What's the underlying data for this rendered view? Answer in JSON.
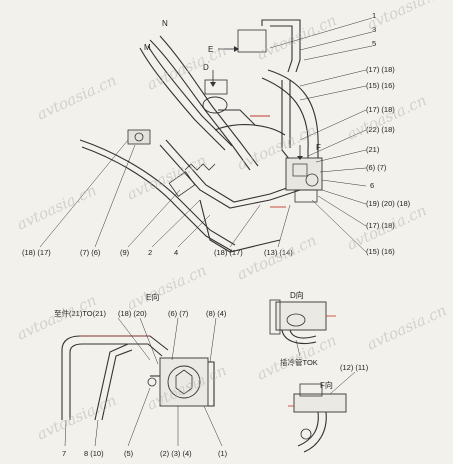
{
  "watermark": "avtoasia.cn",
  "main_view": {
    "top_letters": {
      "n": "N",
      "m": "M",
      "e": "E",
      "d": "D",
      "f": "F"
    },
    "right_labels": [
      "1",
      "3",
      "5",
      "(17) (18)",
      "(15) (16)",
      "(17) (18)",
      "(22) (18)",
      "(21)",
      "(6) (7)",
      "6",
      "(19) (20) (18)",
      "(17) (18)",
      "(15) (16)"
    ],
    "bottom_labels": [
      "(18) (17)",
      "(7) (6)",
      "(9)",
      "2",
      "4",
      "(18) (17)",
      "(13) (14)"
    ]
  },
  "view_e": {
    "title": "E向",
    "note": "至件(21)TO(21)",
    "labels": [
      "(18) (20)",
      "(6) (7)",
      "(8) (4)",
      "7",
      "8 (10)",
      "(5)",
      "(2) (3) (4)",
      "(1)"
    ]
  },
  "view_d": {
    "title": "D向",
    "note": "插冷管TOK"
  },
  "view_f": {
    "title": "F向",
    "labels": [
      "(12) (11)"
    ]
  }
}
